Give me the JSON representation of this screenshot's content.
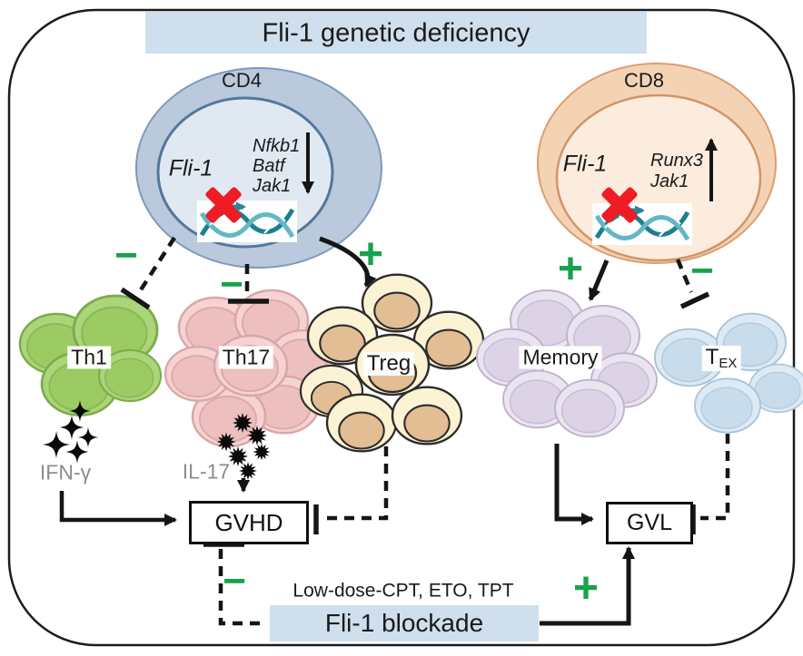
{
  "title": "Fli-1 genetic deficiency",
  "cd4_cell": {
    "name": "CD4",
    "factor": "Fli-1",
    "genes": [
      "Nfkb1",
      "Batf",
      "Jak1"
    ],
    "regulation": "down"
  },
  "cd8_cell": {
    "name": "CD8",
    "factor": "Fli-1",
    "genes": [
      "Runx3",
      "Jak1"
    ],
    "regulation": "up"
  },
  "clusters": {
    "th1": "Th1",
    "th17": "Th17",
    "treg": "Treg",
    "memory": "Memory",
    "tex_main": "T",
    "tex_sub": "EX"
  },
  "cytokines": {
    "ifng": "IFN-γ",
    "il17": "IL-17"
  },
  "outcomes": {
    "gvhd": "GVHD",
    "gvl": "GVL"
  },
  "blockade": {
    "drugs": "Low-dose-CPT, ETO, TPT",
    "label": "Fli-1 blockade"
  },
  "signs": {
    "cd4_th1": "−",
    "cd4_th17": "−",
    "cd4_treg": "+",
    "cd8_memory": "+",
    "cd8_tex": "−",
    "blockade_gvhd": "−",
    "blockade_gvl": "+"
  },
  "colors": {
    "banner_blue": "#cfdfee",
    "sign_green": "#17a24b",
    "block_x_red": "#ee1c25",
    "dna_teal": "#2f8298",
    "cd4_outer": "#bac9db",
    "cd8_outer": "#f4d3b5",
    "th1_green": "#abd578",
    "th17_pink": "#f6d2d2",
    "treg_cream": "#fbf3d3",
    "memory_lavender": "#eae4f0",
    "tex_blue": "#dde9f3"
  }
}
